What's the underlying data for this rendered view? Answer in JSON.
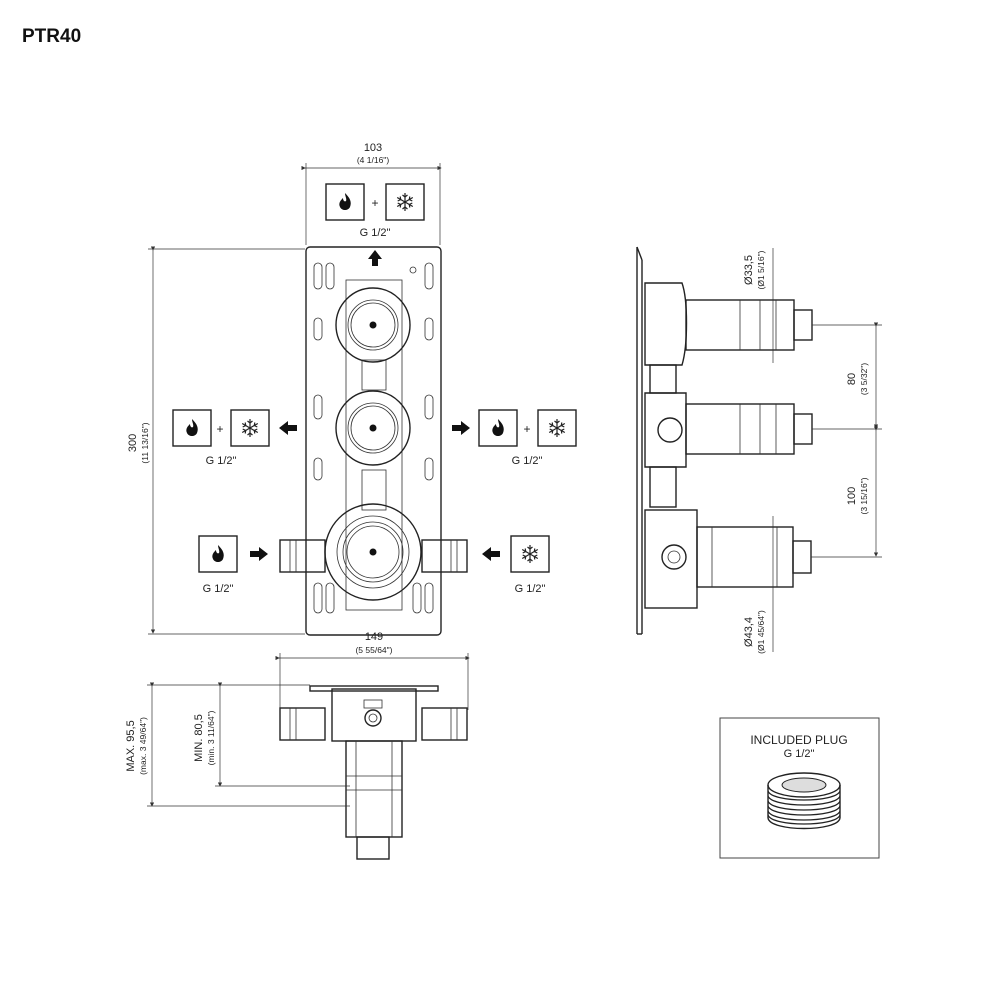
{
  "title": "PTR40",
  "dimensions": {
    "width_top": "103",
    "width_top_in": "(4 1/16\")",
    "height": "300",
    "height_in": "(11 13/16\")",
    "width_bottom": "149",
    "width_bottom_in": "(5 55/64\")",
    "max_depth": "MAX. 95,5",
    "max_depth_in": "(max. 3 49/64\")",
    "min_depth": "MIN. 80,5",
    "min_depth_in": "(min. 3 11/64\")",
    "dia_small": "Ø33,5",
    "dia_small_in": "(Ø1 5/16\")",
    "dia_large": "Ø43,4",
    "dia_large_in": "(Ø1 45/64\")",
    "spacing_upper": "80",
    "spacing_upper_in": "(3 5/32\")",
    "spacing_lower": "100",
    "spacing_lower_in": "(3 15/16\")"
  },
  "connections": {
    "top": "G 1/2\"",
    "left_mid": "G 1/2\"",
    "right_mid": "G 1/2\"",
    "left_bottom": "G 1/2\"",
    "right_bottom": "G 1/2\"",
    "plus": "+"
  },
  "icons": {
    "hot": "flame-icon",
    "cold": "snowflake-icon",
    "arrow": "arrow-icon"
  },
  "plug": {
    "title": "INCLUDED PLUG",
    "size": "G 1/2\""
  }
}
